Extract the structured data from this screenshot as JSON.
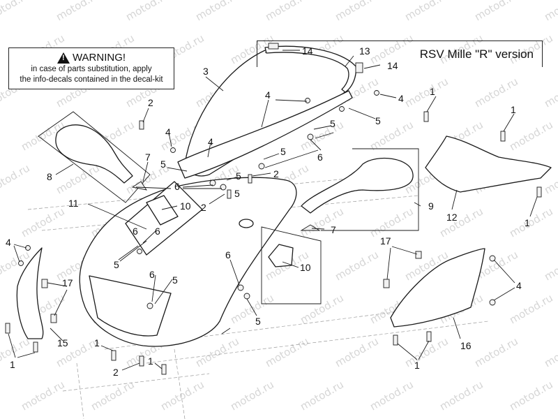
{
  "watermark": "motod.ru",
  "warning": {
    "title": "WARNING!",
    "line1": "in case of parts substitution, apply",
    "line2": "the info-decals contained in the decal-kit"
  },
  "version_label": "RSV Mille \"R\" version",
  "callouts": {
    "c1a": "1",
    "c1b": "1",
    "c1c": "1",
    "c1d": "1",
    "c1e": "1",
    "c1f": "1",
    "c1g": "1",
    "c2a": "2",
    "c2b": "2",
    "c2c": "2",
    "c2d": "2",
    "c3": "3",
    "c4a": "4",
    "c4b": "4",
    "c4c": "4",
    "c4d": "4",
    "c4e": "4",
    "c4f": "4",
    "c5a": "5",
    "c5b": "5",
    "c5c": "5",
    "c5d": "5",
    "c5e": "5",
    "c5f": "5",
    "c5g": "5",
    "c5h": "5",
    "c5i": "5",
    "c6a": "6",
    "c6b": "6",
    "c6c": "6",
    "c6d": "6",
    "c6e": "6",
    "c6f": "6",
    "c7a": "7",
    "c7b": "7",
    "c8": "8",
    "c9": "9",
    "c10a": "10",
    "c10b": "10",
    "c11": "11",
    "c12": "12",
    "c13": "13",
    "c14a": "14",
    "c14b": "14",
    "c15": "15",
    "c16": "16",
    "c17a": "17",
    "c17b": "17"
  },
  "colors": {
    "line": "#1a1a1a",
    "watermark": "#d6d6d6",
    "background": "#ffffff"
  }
}
